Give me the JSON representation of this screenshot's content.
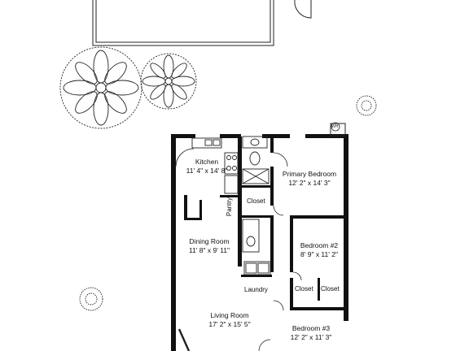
{
  "rooms": {
    "kitchen": {
      "name": "Kitchen",
      "size": "11' 4\" x 14' 8\""
    },
    "primary_bedroom": {
      "name": "Primary Bedroom",
      "size": "12' 2\" x 14' 3\""
    },
    "dining_room": {
      "name": "Dining Room",
      "size": "11' 8\" x 9' 11\""
    },
    "bedroom2": {
      "name": "Bedroom #2",
      "size": "8' 9\" x 11' 2\""
    },
    "living_room": {
      "name": "Living Room",
      "size": "17' 2\" x 15' 5\""
    },
    "bedroom3": {
      "name": "Bedroom #3",
      "size": "12' 2\" x 11' 3\""
    }
  },
  "labels": {
    "closet_hall": "Closet",
    "closet_b2_left": "Closet",
    "closet_b2_right": "Closet",
    "pantry": "Pantry",
    "laundry": "Laundry",
    "water_heater": "WH"
  },
  "colors": {
    "wall": "#111111",
    "line": "#222222",
    "background": "#ffffff"
  }
}
